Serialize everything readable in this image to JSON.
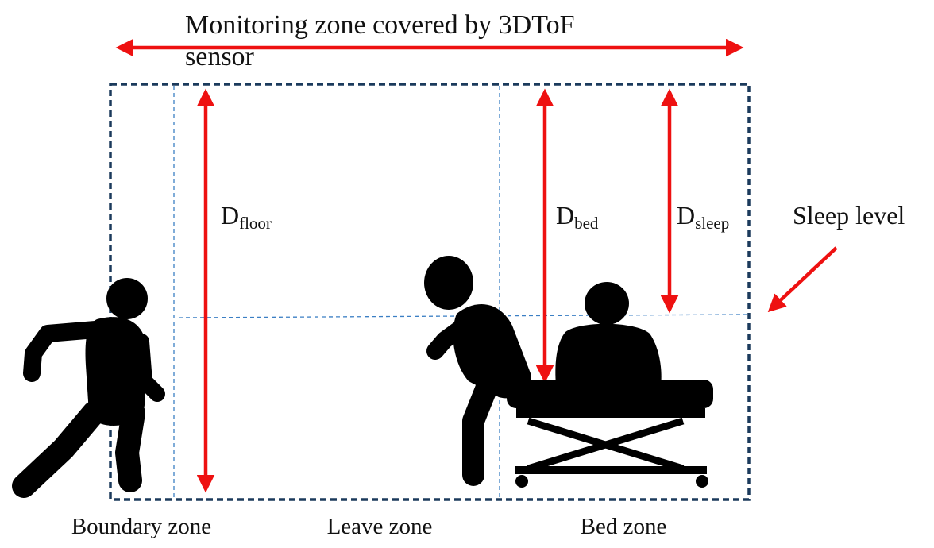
{
  "title_line1": "Monitoring zone covered by 3DToF",
  "title_line2": "sensor",
  "zones": {
    "boundary": "Boundary zone",
    "leave": "Leave zone",
    "bed": "Bed zone"
  },
  "distances": {
    "floor": {
      "main": "D",
      "sub": "floor"
    },
    "bed": {
      "main": "D",
      "sub": "bed"
    },
    "sleep": {
      "main": "D",
      "sub": "sleep"
    }
  },
  "sleep_level_label": "Sleep level",
  "colors": {
    "arrow": "#ee1111",
    "zone_border": "#1b3a5c",
    "divider": "#3b7fc4",
    "figure": "#000000"
  },
  "icons": [
    "walking-person-icon",
    "bending-person-icon",
    "seated-person-icon",
    "bed-icon"
  ]
}
